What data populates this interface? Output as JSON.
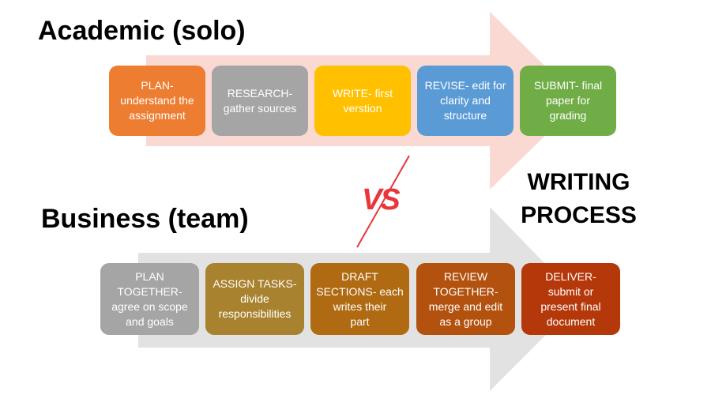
{
  "academic": {
    "title": "Academic (solo)",
    "arrow_color": "#F9D9D2",
    "steps": [
      {
        "label": "PLAN-\nunderstand the\nassignment",
        "color": "#ED7D31"
      },
      {
        "label": "RESEARCH-\ngather sources",
        "color": "#A5A5A5"
      },
      {
        "label": "WRITE- first\nverstion",
        "color": "#FFC000"
      },
      {
        "label": "REVISE- edit for\nclarity and\nstructure",
        "color": "#5B9BD5"
      },
      {
        "label": "SUBMIT- final\npaper for\ngrading",
        "color": "#70AD47"
      }
    ]
  },
  "business": {
    "title": "Business (team)",
    "arrow_color": "#E2E2E2",
    "steps": [
      {
        "label": "PLAN\nTOGETHER-\nagree on scope\nand goals",
        "color": "#A5A5A5"
      },
      {
        "label": "ASSIGN TASKS-\ndivide\nresponsibilities",
        "color": "#A8822F"
      },
      {
        "label": "DRAFT\nSECTIONS- each\nwrites their\npart",
        "color": "#B06A12"
      },
      {
        "label": "REVIEW\nTOGETHER-\nmerge and edit\nas a group",
        "color": "#B3520F"
      },
      {
        "label": "DELIVER-\nsubmit or\npresent final\ndocument",
        "color": "#B5380B"
      }
    ]
  },
  "vs_label": "VS",
  "process_label": "WRITING\nPROCESS"
}
